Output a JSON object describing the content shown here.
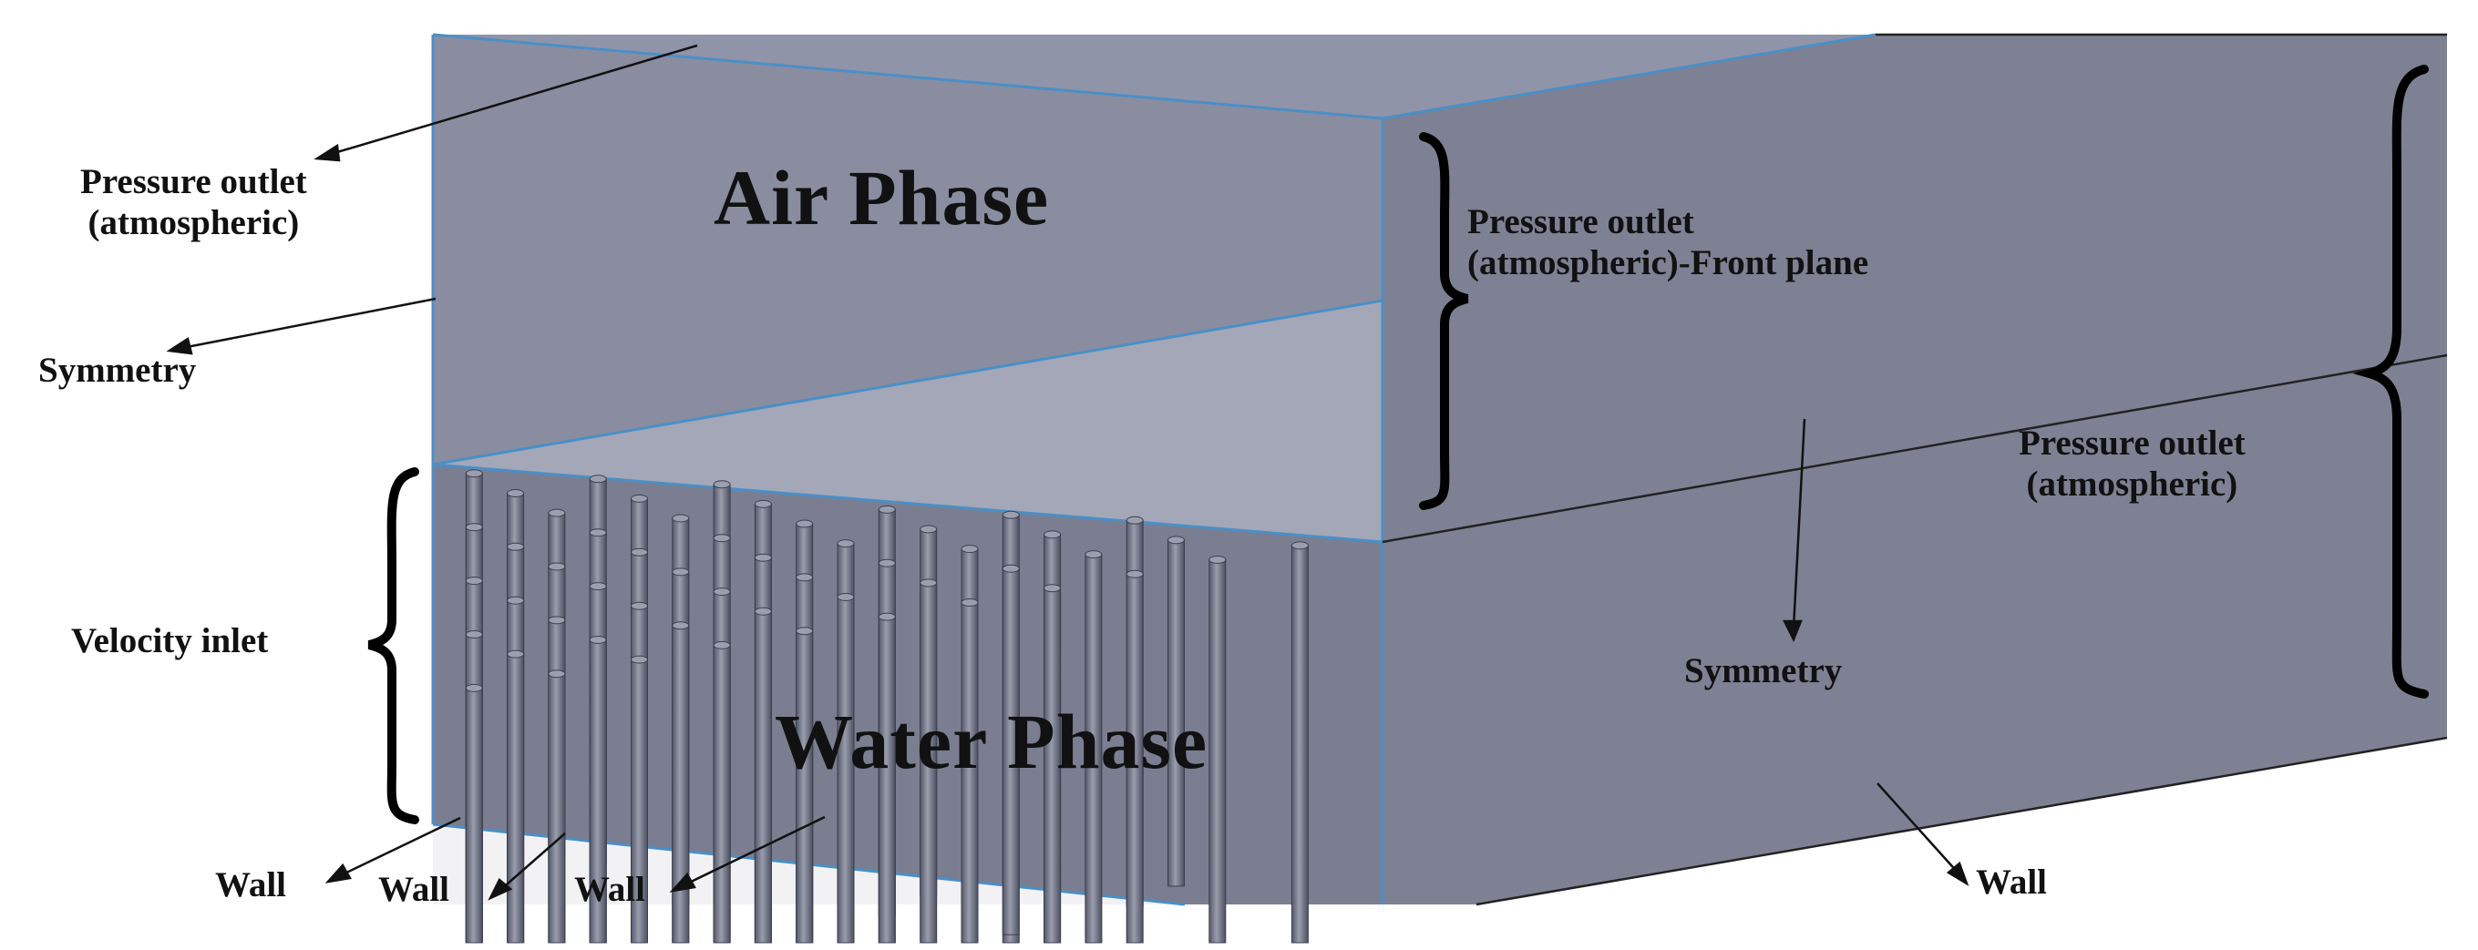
{
  "labels": {
    "pressure_outlet_top_left": [
      "Pressure outlet",
      "(atmospheric)"
    ],
    "symmetry_left": "Symmetry",
    "velocity_inlet": "Velocity inlet",
    "air_phase": "Air Phase",
    "water_phase": "Water Phase",
    "pressure_outlet_front": [
      "Pressure outlet",
      "(atmospheric)-Front plane"
    ],
    "pressure_outlet_right": [
      "Pressure outlet",
      "(atmospheric)"
    ],
    "symmetry_right": "Symmetry",
    "wall_1": "Wall",
    "wall_2": "Wall",
    "wall_3": "Wall",
    "wall_right": "Wall"
  },
  "colors": {
    "top_face": "#9094a8",
    "back_face": "#8a8da0",
    "front_face": "#7e8193",
    "floor_plane": "#a4a7b8",
    "edge_line": "#4a8fc7",
    "cylinder": "#6e7180"
  }
}
